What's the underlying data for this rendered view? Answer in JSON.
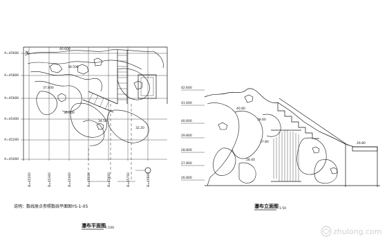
{
  "plan": {
    "north_symbol": "N",
    "grid_labels": [
      "A=45600",
      "A=45800",
      "A=45600",
      "A=45400",
      "A=45200",
      "A=45000"
    ],
    "bottom_grid_labels": [
      "B=45200",
      "B=45300",
      "B=45400",
      "B=45500",
      "B=45600",
      "B=45700",
      "B=45800"
    ],
    "note": "说明：数线原点参照数线平面图YS-1-05",
    "title": "瀑布平面图",
    "scale": "1:100",
    "level_labels": [
      "40.600",
      "38.500",
      "37.800",
      "36.600",
      "34.50",
      "32.20"
    ]
  },
  "elevation": {
    "title": "瀑布立面图",
    "scale": "1:50",
    "level_axis": [
      "42.600",
      "41.600",
      "40.600",
      "29.800",
      "28.800",
      "27.800",
      "26.800"
    ],
    "spot_labels": [
      "40.80",
      "38.60",
      "37.80",
      "29.80",
      "28.40"
    ]
  },
  "watermark": {
    "site": "zhulong.com"
  }
}
